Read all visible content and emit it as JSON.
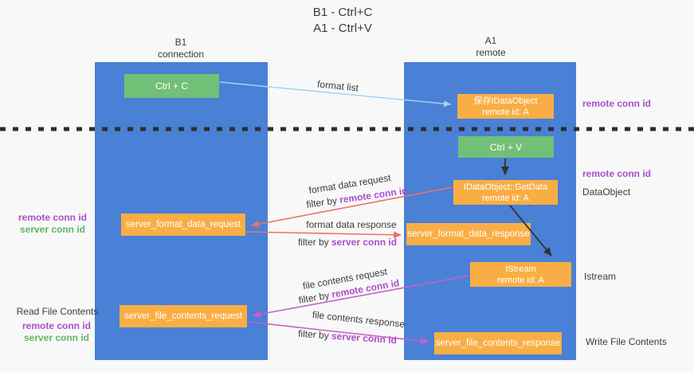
{
  "title": {
    "line1": "B1 - Ctrl+C",
    "line2": "A1 - Ctrl+V"
  },
  "columns": {
    "left": {
      "title": "B1",
      "subtitle": "connection"
    },
    "right": {
      "title": "A1",
      "subtitle": "remote"
    }
  },
  "nodes": {
    "ctrl_c": {
      "label": "Ctrl + C"
    },
    "save_idataobject": {
      "line1": "保存IDataObject",
      "line2": "remote id: A"
    },
    "ctrl_v": {
      "label": "Ctrl + V"
    },
    "idataobject_getdata": {
      "line1": "IDataObject::GetData",
      "line2": "remote id: A"
    },
    "server_format_data_request": {
      "label": "server_format_data_request"
    },
    "server_format_data_response": {
      "label": "server_format_data_response"
    },
    "istream": {
      "line1": "IStream",
      "line2": "remote id: A"
    },
    "server_file_contents_request": {
      "label": "server_file_contents_request"
    },
    "server_file_contents_response": {
      "label": "server_file_contents_response"
    }
  },
  "edge_labels": {
    "format_list": "format list",
    "format_data_request": "format data request",
    "format_data_request_filter": {
      "prefix": "filter by ",
      "key": "remote conn id"
    },
    "format_data_response": "format data response",
    "format_data_response_filter": {
      "prefix": "filter by ",
      "key": "server conn id"
    },
    "file_contents_request": "file contents request",
    "file_contents_request_filter": {
      "prefix": "filter by ",
      "key": "remote conn id"
    },
    "file_contents_response": "file contents response",
    "file_contents_response_filter": {
      "prefix": "filter by ",
      "key": "server conn id"
    }
  },
  "side_labels": {
    "left_format_remote": "remote conn id",
    "left_format_server": "server conn id",
    "left_read_title": "Read File Contents",
    "left_file_remote": "remote conn id",
    "left_file_server": "server conn id",
    "right_top_remote": "remote conn id",
    "right_mid_remote": "remote conn id",
    "right_dataobject": "DataObject",
    "right_istream": "Istream",
    "right_write": "Write File Contents"
  },
  "colors": {
    "column_blue": "#4a80d5",
    "node_orange": "#f9ae45",
    "node_green": "#72c077",
    "accent_purple": "#a94fc9",
    "accent_green": "#5fb563",
    "arrow_salmon": "#e8736d",
    "arrow_magenta": "#c85fc8",
    "arrow_lightblue": "#a8d2ee",
    "arrow_black": "#333333",
    "text_dark": "#3c3c3c"
  }
}
